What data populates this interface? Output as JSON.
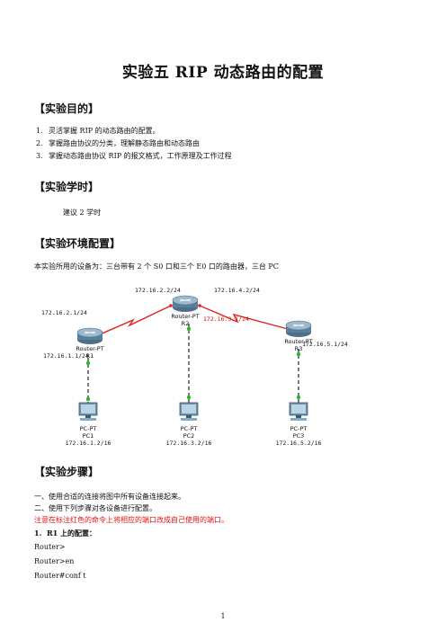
{
  "title": "实验五    RIP 动态路由的配置",
  "sections": {
    "purpose": {
      "heading": "【实验目的】",
      "items": [
        {
          "num": "1.",
          "text": "灵活掌握 RIP 的动态路由的配置。"
        },
        {
          "num": "2.",
          "text": "掌握路由协议的分类，理解静态路由和动态路由"
        },
        {
          "num": "3.",
          "text": "掌握动态路由协议 RIP 的报文格式，工作原理及工作过程"
        }
      ]
    },
    "hours": {
      "heading": "【实验学时】",
      "text": "建议 2 学时"
    },
    "env": {
      "heading": "【实验环境配置】",
      "text": "本实验所用的设备为：三台带有 2 个 S0 口和三个 E0 口的路由器，三台 PC"
    },
    "steps": {
      "heading": "【实验步骤】",
      "lines": [
        "一、使用合适的连接将图中所有设备连接起来。",
        "二、使用下列步骤对各设备进行配置。"
      ],
      "note": "注意在标注红色的命令上将相应的端口改成自己使用的端口。",
      "sub_num": "1.",
      "sub_title": "R1 上的配置：",
      "code": [
        "Router>",
        "Router>en",
        "Router#conf t"
      ]
    }
  },
  "diagram": {
    "colors": {
      "serial": "#e02020",
      "ethernet": "#222222",
      "link_dot": "#22bb22",
      "router": "#5a7f9a"
    },
    "routers": [
      {
        "type": "Router-PT",
        "name": "R1"
      },
      {
        "type": "Router-PT",
        "name": "R2"
      },
      {
        "type": "Router-PT",
        "name": "R3"
      }
    ],
    "pcs": [
      {
        "type": "PC-PT",
        "name": "PC1",
        "ip": "172.16.1.2/16"
      },
      {
        "type": "PC-PT",
        "name": "PC2",
        "ip": "172.16.3.2/16"
      },
      {
        "type": "PC-PT",
        "name": "PC3",
        "ip": "172.16.5.2/16"
      }
    ],
    "labels": {
      "r2_left": "172.16.2.2/24",
      "r2_right": "172.16.4.2/24",
      "r1_top": "172.16.2.1/24",
      "r2_bottom": "172.16.3.1/24",
      "r1_bottom": "172.16.1.1/24",
      "r3_right": "172.16.5.1/24"
    }
  },
  "page_number": "1"
}
